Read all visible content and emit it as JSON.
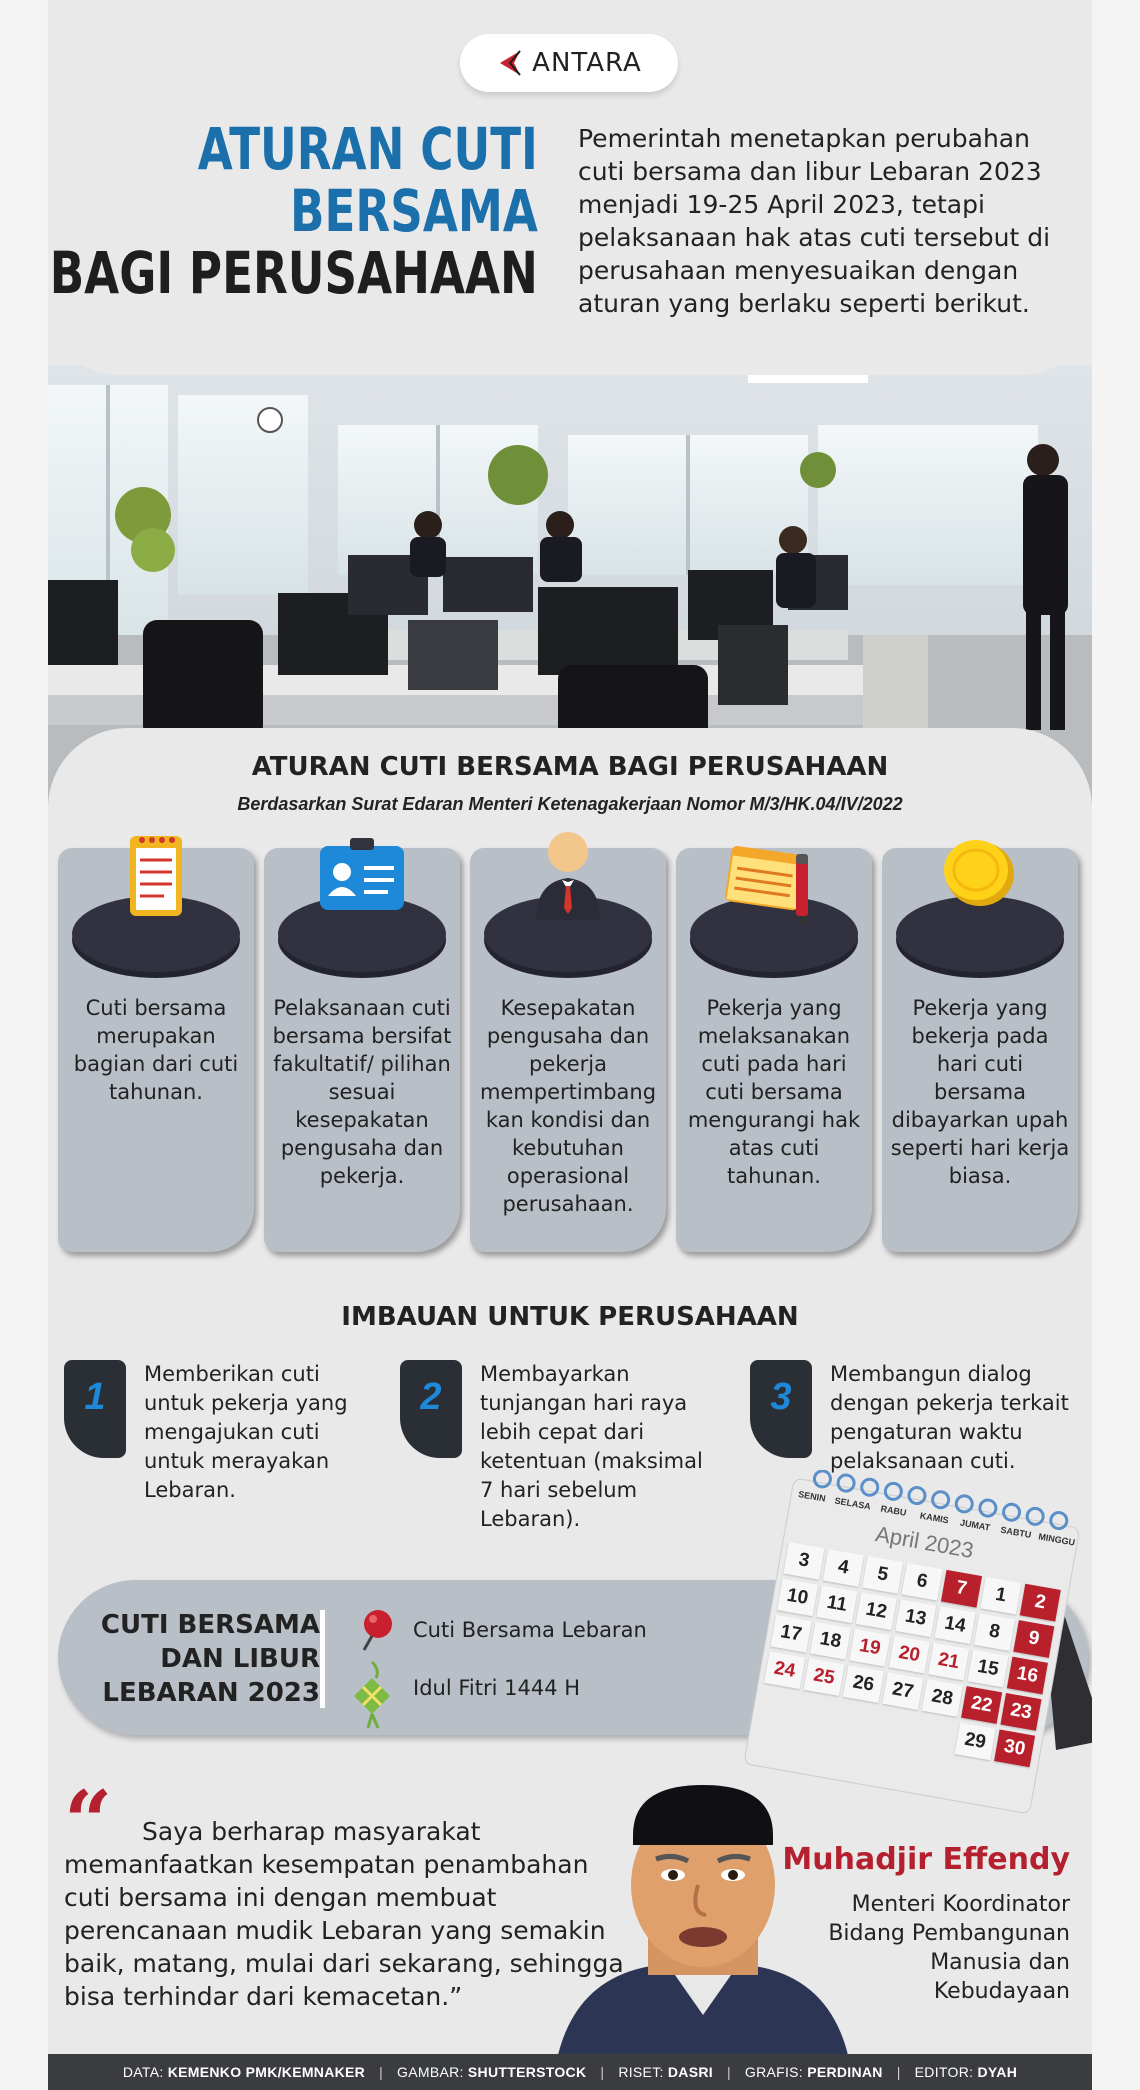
{
  "brand": {
    "logo_text": "ANTARA"
  },
  "title": {
    "line1": "ATURAN CUTI",
    "line2": "BERSAMA",
    "line3": "BAGI PERUSAHAAN"
  },
  "intro": "Pemerintah menetapkan perubahan cuti bersama dan libur Lebaran 2023 menjadi 19-25 April 2023, tetapi pelaksanaan hak atas cuti tersebut di perusahaan menyesuaikan dengan aturan yang berlaku seperti berikut.",
  "rules": {
    "heading": "ATURAN CUTI BERSAMA BAGI PERUSAHAAN",
    "subheading": "Berdasarkan Surat Edaran Menteri Ketenagakerjaan Nomor M/3/HK.04/IV/2022",
    "cards": [
      {
        "icon": "notepad-icon",
        "text": "Cuti bersama merupakan bagian dari cuti tahunan."
      },
      {
        "icon": "id-card-icon",
        "text": "Pelaksanaan cuti bersama bersifat fakultatif/ pilihan sesuai kesepakatan pengusaha dan pekerja."
      },
      {
        "icon": "businessman-icon",
        "text": "Kesepakatan pengusaha dan pekerja mempertimbang kan kondisi dan kebutuhan operasional perusahaan."
      },
      {
        "icon": "calendar-pen-icon",
        "text": "Pekerja yang melaksanakan cuti pada hari cuti bersama mengurangi hak atas cuti tahunan."
      },
      {
        "icon": "coin-icon",
        "text": "Pekerja yang bekerja pada hari cuti bersama dibayarkan upah seperti hari kerja biasa."
      }
    ]
  },
  "imbauan": {
    "heading": "IMBAUAN UNTUK PERUSAHAAN",
    "items": [
      {
        "num": "1",
        "text": "Memberikan cuti untuk pekerja yang mengajukan cuti untuk merayakan Lebaran."
      },
      {
        "num": "2",
        "text": "Membayarkan tunjangan hari raya lebih cepat dari ketentuan (maksimal 7 hari sebelum Lebaran)."
      },
      {
        "num": "3",
        "text": "Membangun dialog dengan pekerja terkait pengaturan waktu pelaksanaan cuti."
      }
    ]
  },
  "lebaran": {
    "title_line1": "CUTI BERSAMA",
    "title_line2": "DAN LIBUR",
    "title_line3": "LEBARAN 2023",
    "legend": [
      {
        "icon": "red-pin-icon",
        "label": "Cuti Bersama Lebaran",
        "color": "#c8202f"
      },
      {
        "icon": "ketupat-icon",
        "label": "Idul Fitri 1444 H",
        "color": "#6fae3c"
      }
    ]
  },
  "calendar": {
    "month": "April 2023",
    "weekdays": [
      "SENIN",
      "SELASA",
      "RABU",
      "KAMIS",
      "JUMAT",
      "SABTU",
      "MINGGU"
    ],
    "rows": [
      [
        "3",
        "4",
        "5",
        "6",
        "7",
        "1",
        "2"
      ],
      [
        "10",
        "11",
        "12",
        "13",
        "14",
        "8",
        "9"
      ],
      [
        "17",
        "18",
        "19",
        "20",
        "21",
        "15",
        "16"
      ],
      [
        "24",
        "25",
        "26",
        "27",
        "28",
        "22",
        "23"
      ],
      [
        "",
        "",
        "",
        "",
        "",
        "29",
        "30"
      ]
    ]
  },
  "quote": {
    "mark": "“",
    "text": "Saya berharap masyarakat memanfaatkan kesempatan penambahan cuti bersama ini dengan membuat perencanaan mudik Lebaran yang semakin baik, matang, mulai dari sekarang, sehingga bisa terhindar dari kemacetan.”",
    "name": "Muhadjir Effendy",
    "role": "Menteri Koordinator Bidang Pembangunan Manusia dan Kebudayaan"
  },
  "footer": {
    "data_label": "DATA:",
    "data_value": "KEMENKO PMK/KEMNAKER",
    "image_label": "GAMBAR:",
    "image_value": "SHUTTERSTOCK",
    "research_label": "RISET:",
    "research_value": "DASRI",
    "graphic_label": "GRAFIS:",
    "graphic_value": "PERDINAN",
    "editor_label": "EDITOR:",
    "editor_value": "DYAH"
  }
}
